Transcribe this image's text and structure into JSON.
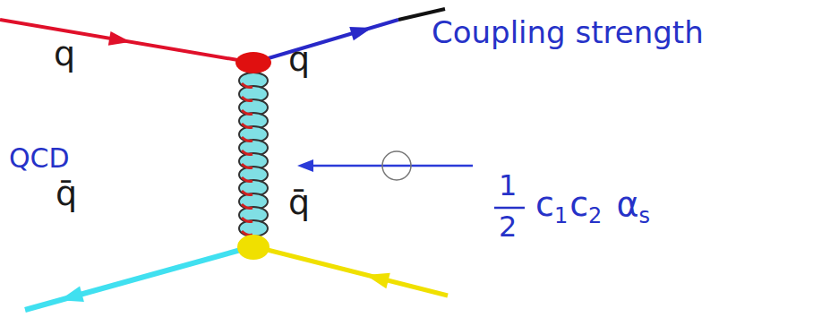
{
  "diagram": {
    "labels": [
      "q",
      "q",
      "Coupling strength",
      "QCD",
      "q̄",
      "q̄",
      "1",
      "2",
      "c",
      "1",
      "c",
      "2",
      "α",
      "s"
    ]
  }
}
